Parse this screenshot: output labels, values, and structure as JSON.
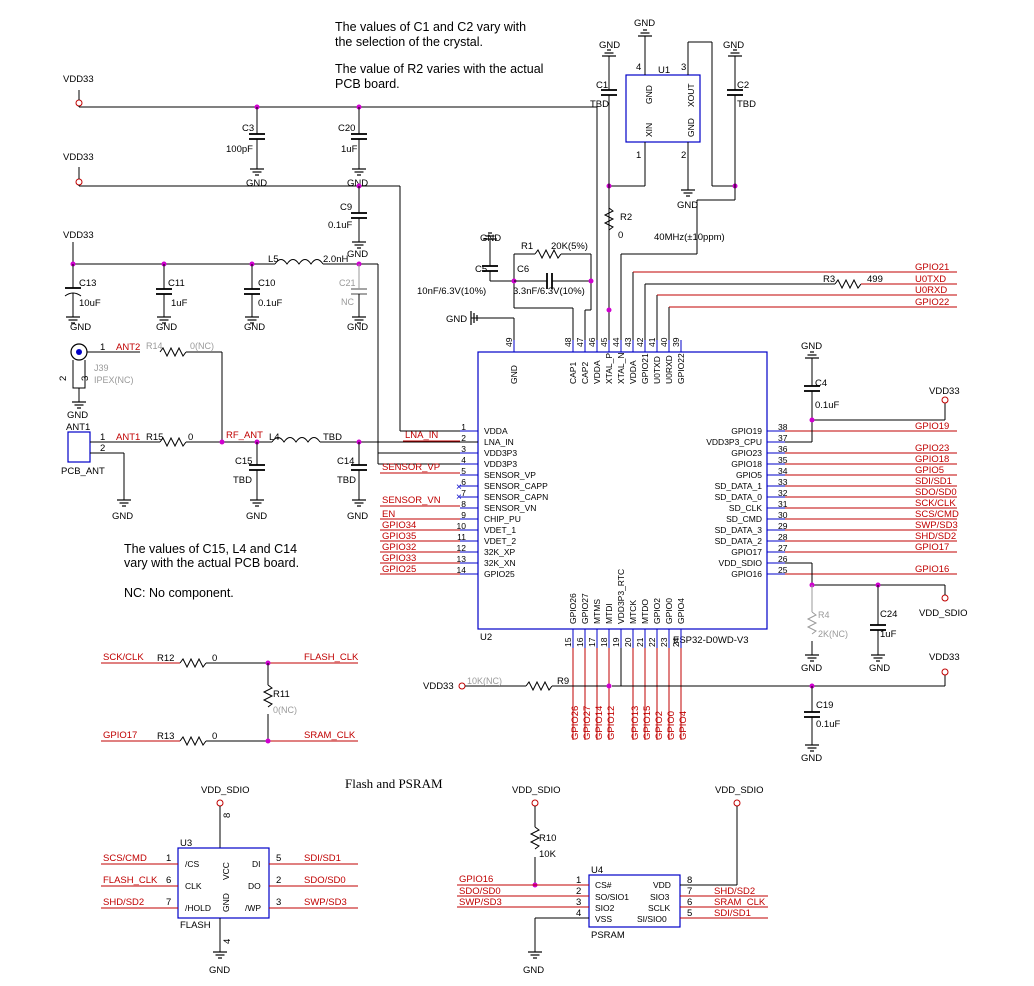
{
  "notes": {
    "crystal_1": "The values of C1 and C2 vary with",
    "crystal_2": "the selection of the crystal.",
    "r2_1": "The value of R2 varies with the actual",
    "r2_2": "PCB board.",
    "pcb_1": "The values of C15, L4 and C14",
    "pcb_2": "vary with the actual PCB board.",
    "nc": "NC: No component.",
    "flash_title": "Flash and PSRAM"
  },
  "power": {
    "vdd33": "VDD33",
    "vdd_sdio": "VDD_SDIO",
    "gnd": "GND"
  },
  "crystal": {
    "ref": "U1",
    "pin_gnd": "GND",
    "pin_xin": "XIN",
    "pin_gnd2": "GND",
    "pin_xout": "XOUT",
    "n4": "4",
    "n3": "3",
    "n1": "1",
    "n2": "2",
    "freq": "40MHz(±10ppm)"
  },
  "caps": {
    "c1": "C1",
    "c1_val": "TBD",
    "c2": "C2",
    "c2_val": "TBD",
    "c3": "C3",
    "c3_val": "100pF",
    "c20": "C20",
    "c20_val": "1uF",
    "c9": "C9",
    "c9_val": "0.1uF",
    "c13": "C13",
    "c13_val": "10uF",
    "c11": "C11",
    "c11_val": "1uF",
    "c10": "C10",
    "c10_val": "0.1uF",
    "c21": "C21",
    "c21_val": "NC",
    "c5": "C5",
    "c5_val": "10nF/6.3V(10%)",
    "c6": "C6",
    "c6_val": "3.3nF/6.3V(10%)",
    "c15": "C15",
    "c15_val": "TBD",
    "c14": "C14",
    "c14_val": "TBD",
    "c4": "C4",
    "c4_val": "0.1uF",
    "c24": "C24",
    "c24_val": "1uF",
    "c19": "C19",
    "c19_val": "0.1uF"
  },
  "resistors": {
    "r1": "R1",
    "r1_val": "20K(5%)",
    "r2": "R2",
    "r2_val": "0",
    "r3": "R3",
    "r3_val": "499",
    "r4": "R4",
    "r4_val": "2K(NC)",
    "r9": "R9",
    "r9_val": "10K(NC)",
    "r10": "R10",
    "r10_val": "10K",
    "r11": "R11",
    "r11_val": "0(NC)",
    "r12": "R12",
    "r12_val": "0",
    "r13": "R13",
    "r13_val": "0",
    "r14": "R14",
    "r14_val": "0(NC)",
    "r15": "R15",
    "r15_val": "0"
  },
  "inductors": {
    "l5": "L5",
    "l5_val": "2.0nH",
    "l4": "L4",
    "l4_val": "TBD"
  },
  "antenna": {
    "ant2": "ANT2",
    "ant1": "ANT1",
    "rf_ant": "RF_ANT",
    "j39": "J39",
    "ipex": "IPEX(NC)",
    "ant1_ref": "ANT1",
    "pcb_ant": "PCB_ANT",
    "p1": "1",
    "p2": "2",
    "p3": "3"
  },
  "u2": {
    "ref": "U2",
    "part": "ESP32-D0WD-V3",
    "left_pins": [
      {
        "num": "1",
        "name": "VDDA"
      },
      {
        "num": "2",
        "name": "LNA_IN"
      },
      {
        "num": "3",
        "name": "VDD3P3"
      },
      {
        "num": "4",
        "name": "VDD3P3"
      },
      {
        "num": "5",
        "name": "SENSOR_VP"
      },
      {
        "num": "6",
        "name": "SENSOR_CAPP"
      },
      {
        "num": "7",
        "name": "SENSOR_CAPN"
      },
      {
        "num": "8",
        "name": "SENSOR_VN"
      },
      {
        "num": "9",
        "name": "CHIP_PU"
      },
      {
        "num": "10",
        "name": "VDET_1"
      },
      {
        "num": "11",
        "name": "VDET_2"
      },
      {
        "num": "12",
        "name": "32K_XP"
      },
      {
        "num": "13",
        "name": "32K_XN"
      },
      {
        "num": "14",
        "name": "GPIO25"
      }
    ],
    "left_nets": [
      "LNA_IN",
      "SENSOR_VP",
      "SENSOR_VN",
      "EN",
      "GPIO34",
      "GPIO35",
      "GPIO32",
      "GPIO33",
      "GPIO25"
    ],
    "right_pins": [
      {
        "num": "38",
        "name": "GPIO19"
      },
      {
        "num": "37",
        "name": "VDD3P3_CPU"
      },
      {
        "num": "36",
        "name": "GPIO23"
      },
      {
        "num": "35",
        "name": "GPIO18"
      },
      {
        "num": "34",
        "name": "GPIO5"
      },
      {
        "num": "33",
        "name": "SD_DATA_2"
      },
      {
        "num": "32",
        "name": "SD_DATA_3"
      },
      {
        "num": "31",
        "name": "SD_CMD"
      },
      {
        "num": "30",
        "name": "SD_CLK"
      },
      {
        "num": "29",
        "name": "SD_DATA_0"
      },
      {
        "num": "28",
        "name": "SD_DATA_1"
      },
      {
        "num": "27",
        "name": "GPIO17"
      },
      {
        "num": "26",
        "name": "VDD_SDIO"
      },
      {
        "num": "25",
        "name": "GPIO16"
      }
    ],
    "right_names_display": [
      "GPIO19",
      "VDD3P3_CPU",
      "GPIO23",
      "GPIO18",
      "GPIO5",
      "SD_DATA_1",
      "SD_DATA_0",
      "SD_CLK",
      "SD_CMD",
      "SD_DATA_3",
      "SD_DATA_2",
      "GPIO17",
      "VDD_SDIO",
      "GPIO16"
    ],
    "right_nets": [
      "GPIO19",
      "GPIO23",
      "GPIO18",
      "GPIO5",
      "SDI/SD1",
      "SDO/SD0",
      "SCK/CLK",
      "SCS/CMD",
      "SWP/SD3",
      "SHD/SD2",
      "GPIO17",
      "GPIO16"
    ],
    "top_pins": [
      {
        "num": "49",
        "name": "GND"
      },
      {
        "num": "48",
        "name": "CAP1"
      },
      {
        "num": "47",
        "name": "CAP2"
      },
      {
        "num": "46",
        "name": "VDDA"
      },
      {
        "num": "45",
        "name": "XTAL_P"
      },
      {
        "num": "44",
        "name": "XTAL_N"
      },
      {
        "num": "43",
        "name": "VDDA"
      },
      {
        "num": "42",
        "name": "GPIO21"
      },
      {
        "num": "41",
        "name": "U0TXD"
      },
      {
        "num": "40",
        "name": "U0RXD"
      },
      {
        "num": "39",
        "name": "GPIO22"
      }
    ],
    "top_nets": [
      "GPIO21",
      "U0TXD",
      "U0RXD",
      "GPIO22"
    ],
    "bottom_pins": [
      {
        "num": "15",
        "name": "GPIO26"
      },
      {
        "num": "16",
        "name": "GPIO27"
      },
      {
        "num": "17",
        "name": "MTMS"
      },
      {
        "num": "18",
        "name": "MTDI"
      },
      {
        "num": "19",
        "name": "VDD3P3_RTC"
      },
      {
        "num": "20",
        "name": "MTCK"
      },
      {
        "num": "21",
        "name": "MTDO"
      },
      {
        "num": "22",
        "name": "GPIO2"
      },
      {
        "num": "23",
        "name": "GPIO0"
      },
      {
        "num": "24",
        "name": "GPIO4"
      }
    ],
    "bottom_nets": [
      "GPIO26",
      "GPIO27",
      "GPIO14",
      "GPIO12",
      "GPIO13",
      "GPIO15",
      "GPIO2",
      "GPIO0",
      "GPIO4"
    ]
  },
  "flash_links": {
    "sck": "SCK/CLK",
    "gpio17": "GPIO17",
    "flash_clk": "FLASH_CLK",
    "sram_clk": "SRAM_CLK"
  },
  "u3": {
    "ref": "U3",
    "part": "FLASH",
    "cs": "/CS",
    "clk": "CLK",
    "hold": "/HOLD",
    "vcc": "VCC",
    "gnd": "GND",
    "di": "DI",
    "do": "DO",
    "wp": "/WP",
    "n1": "1",
    "n6": "6",
    "n7": "7",
    "n8": "8",
    "n4": "4",
    "n5": "5",
    "n2": "2",
    "n3": "3",
    "net_cs": "SCS/CMD",
    "net_clk": "FLASH_CLK",
    "net_hold": "SHD/SD2",
    "net_di": "SDI/SD1",
    "net_do": "SDO/SD0",
    "net_wp": "SWP/SD3"
  },
  "u4": {
    "ref": "U4",
    "part": "PSRAM",
    "cs": "CS#",
    "so": "SO/SIO1",
    "sio2": "SIO2",
    "vss": "VSS",
    "vdd": "VDD",
    "sio3": "SIO3",
    "sclk": "SCLK",
    "si": "SI/SIO0",
    "n1": "1",
    "n2": "2",
    "n3": "3",
    "n4": "4",
    "n8": "8",
    "n7": "7",
    "n6": "6",
    "n5": "5",
    "net_cs": "GPIO16",
    "net_so": "SDO/SD0",
    "net_sio2": "SWP/SD3",
    "net_sio3": "SHD/SD2",
    "net_sclk": "SRAM_CLK",
    "net_si": "SDI/SD1"
  }
}
